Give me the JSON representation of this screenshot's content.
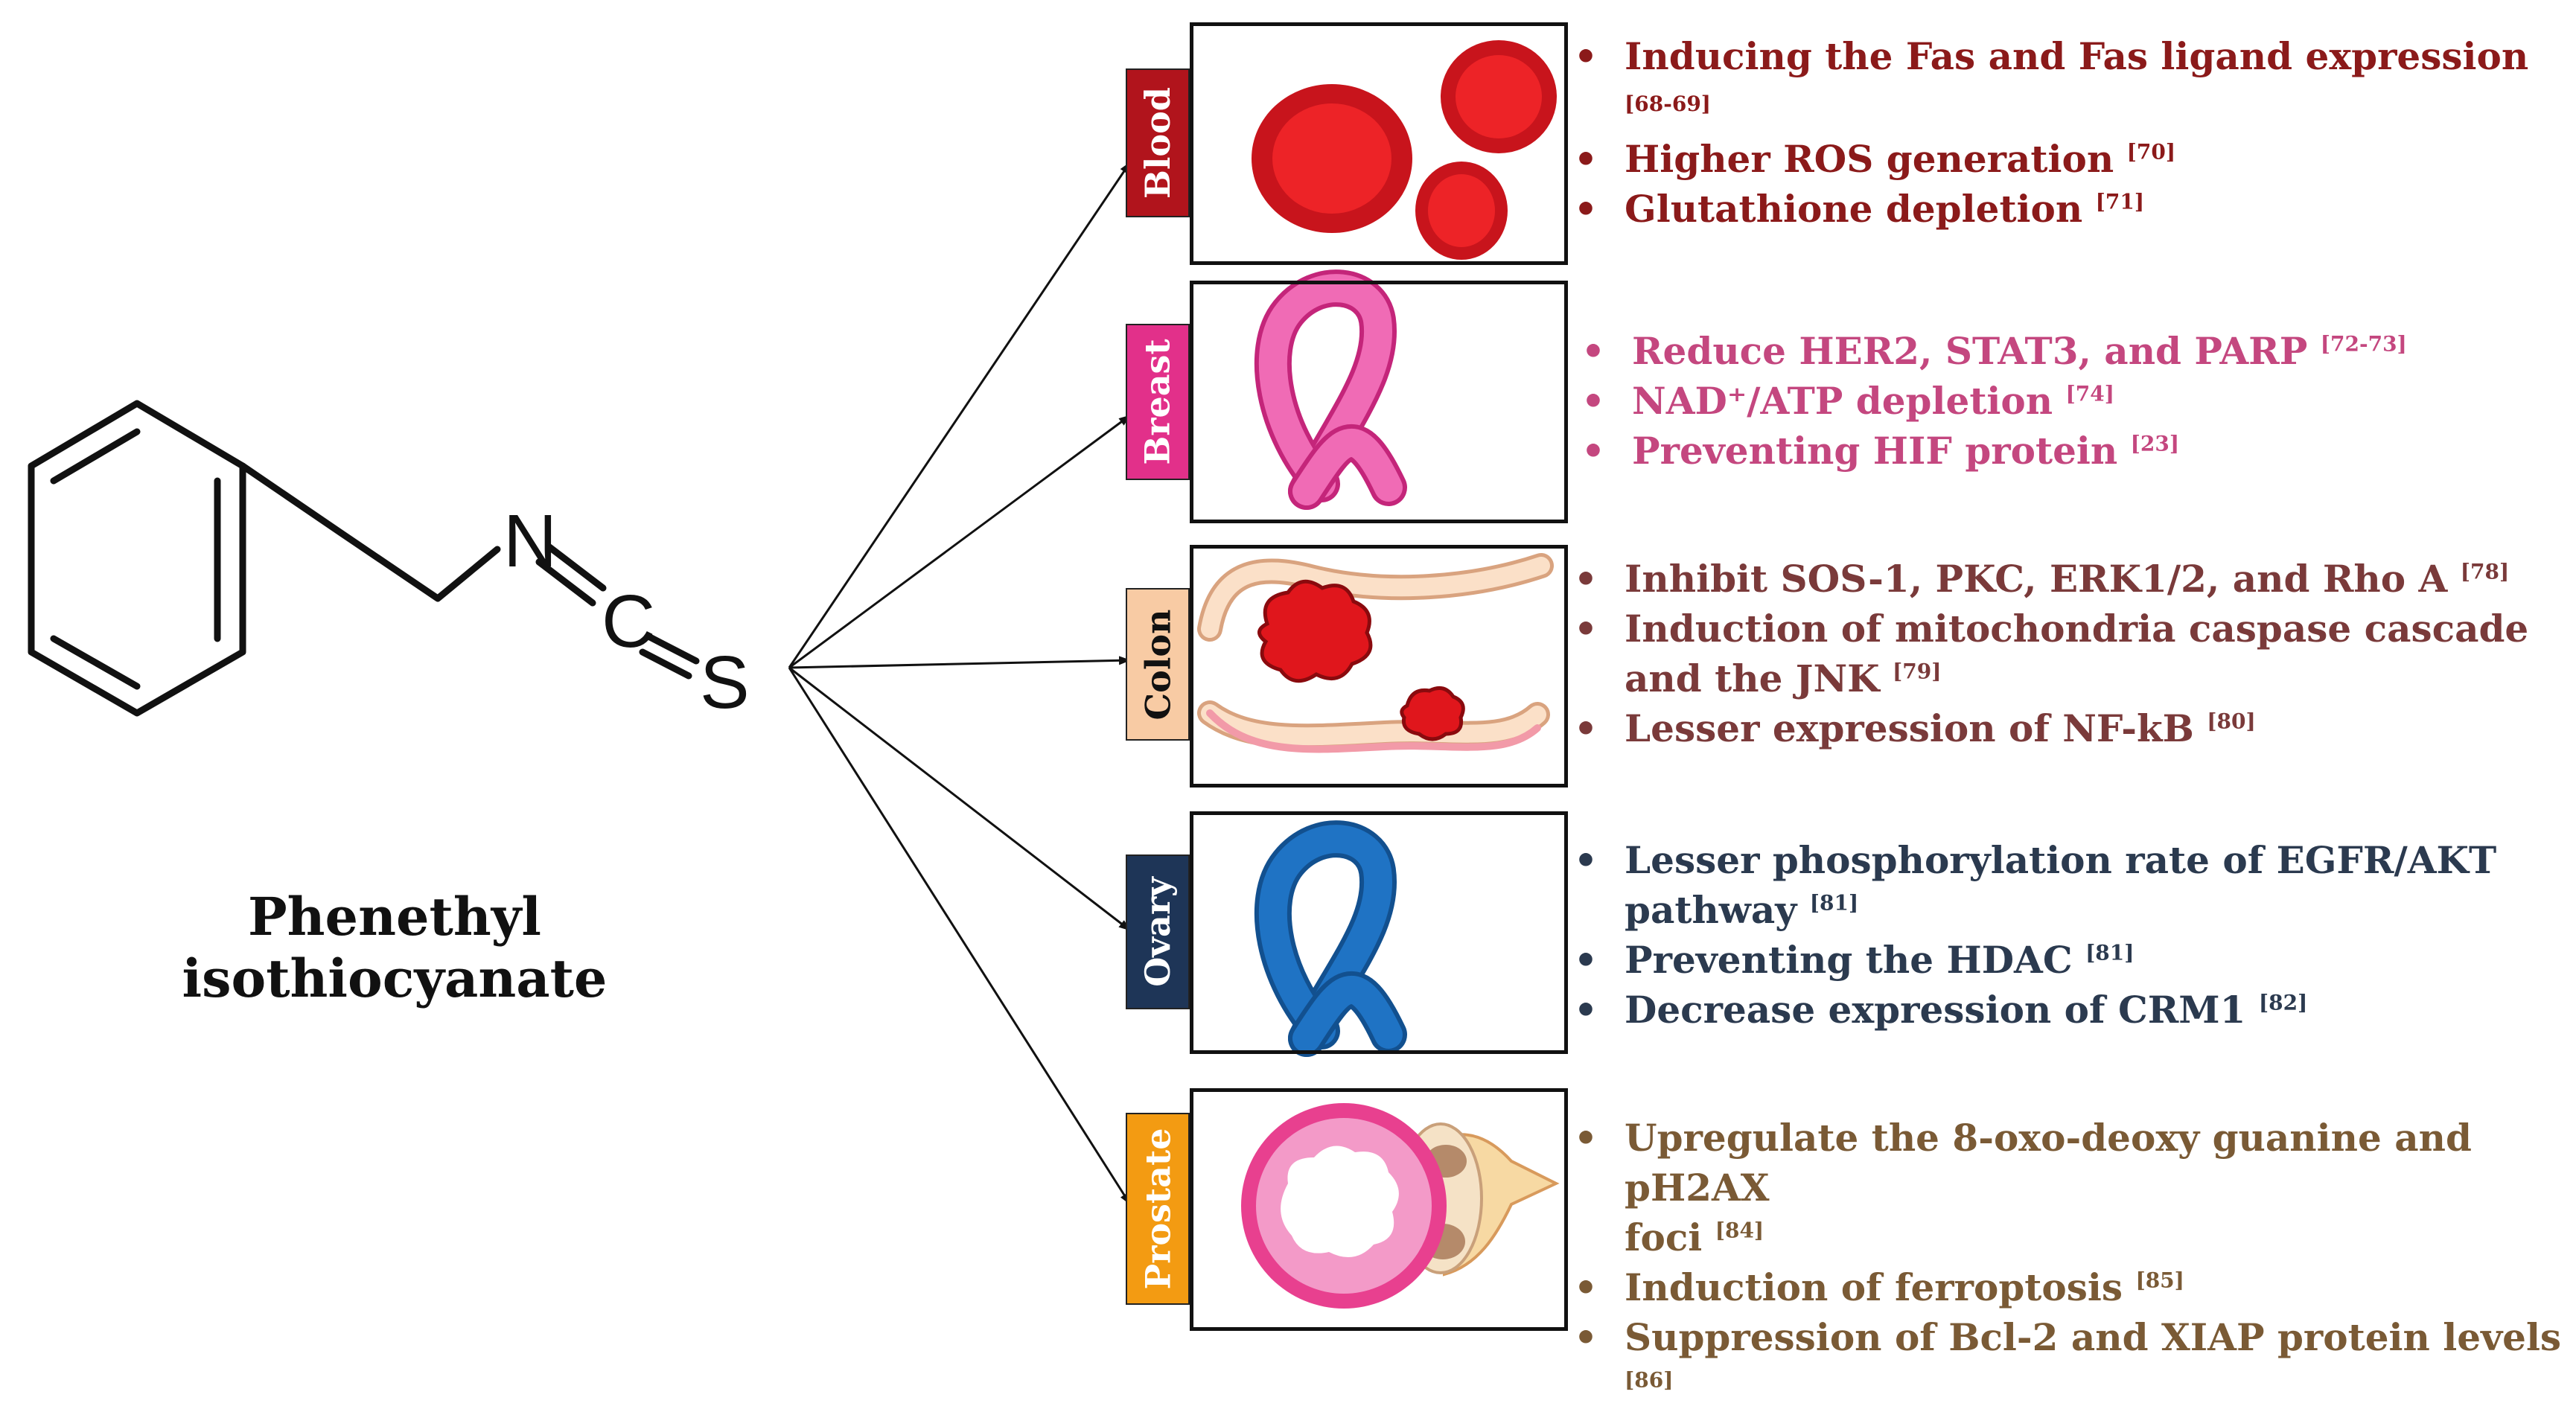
{
  "molecule": {
    "name": "Phenethyl isothiocyanate",
    "atoms": {
      "N": "N",
      "C": "C",
      "S": "S"
    }
  },
  "bullet_glyph": "•",
  "organs": [
    {
      "id": "blood",
      "label": "Blood",
      "tag_color": "#b1141c",
      "text_color": "#8b1a1a",
      "icon": "blood-cells-icon",
      "effects": [
        {
          "text": "Inducing the Fas and Fas ligand expression",
          "ref": "[68-69]"
        },
        {
          "text": "Higher ROS generation",
          "ref": "[70]"
        },
        {
          "text": "Glutathione depletion",
          "ref": "[71]"
        }
      ]
    },
    {
      "id": "breast",
      "label": "Breast",
      "tag_color": "#e2308a",
      "text_color": "#c4477f",
      "icon": "pink-ribbon-icon",
      "effects": [
        {
          "text": "Reduce HER2, STAT3, and  PARP",
          "ref": "[72-73]"
        },
        {
          "text": "NAD⁺/ATP depletion",
          "ref": "[74]"
        },
        {
          "text": "Preventing HIF protein",
          "ref": "[23]"
        }
      ]
    },
    {
      "id": "colon",
      "label": "Colon",
      "tag_color": "#f8cba4",
      "text_color": "#7a3a3a",
      "icon": "colon-tumor-icon",
      "effects": [
        {
          "text": "Inhibit SOS-1, PKC, ERK1/2, and Rho A",
          "ref": "[78]"
        },
        {
          "text": "Induction of mitochondria caspase cascade",
          "text2": "and the JNK",
          "ref": "[79]"
        },
        {
          "text": "Lesser expression of NF-kB",
          "ref": "[80]"
        }
      ]
    },
    {
      "id": "ovary",
      "label": "Ovary",
      "tag_color": "#1e3557",
      "text_color": "#2b3a4f",
      "icon": "blue-ribbon-icon",
      "effects": [
        {
          "text": "Lesser phosphorylation rate of EGFR/AKT",
          "text2": "pathway",
          "ref": "[81]"
        },
        {
          "text": "Preventing the HDAC",
          "ref": "[81]"
        },
        {
          "text": "Decrease expression of CRM1",
          "ref": "[82]"
        }
      ]
    },
    {
      "id": "prostate",
      "label": "Prostate",
      "tag_color": "#f39b12",
      "text_color": "#7a5a35",
      "icon": "prostate-gland-icon",
      "effects": [
        {
          "text": "Upregulate the 8-oxo-deoxy guanine and pH2AX",
          "text2": "foci",
          "ref": "[84]"
        },
        {
          "text": "Induction of ferroptosis",
          "ref": "[85]"
        },
        {
          "text": "Suppression of Bcl-2 and XIAP protein levels",
          "ref": "[86]"
        }
      ]
    }
  ]
}
